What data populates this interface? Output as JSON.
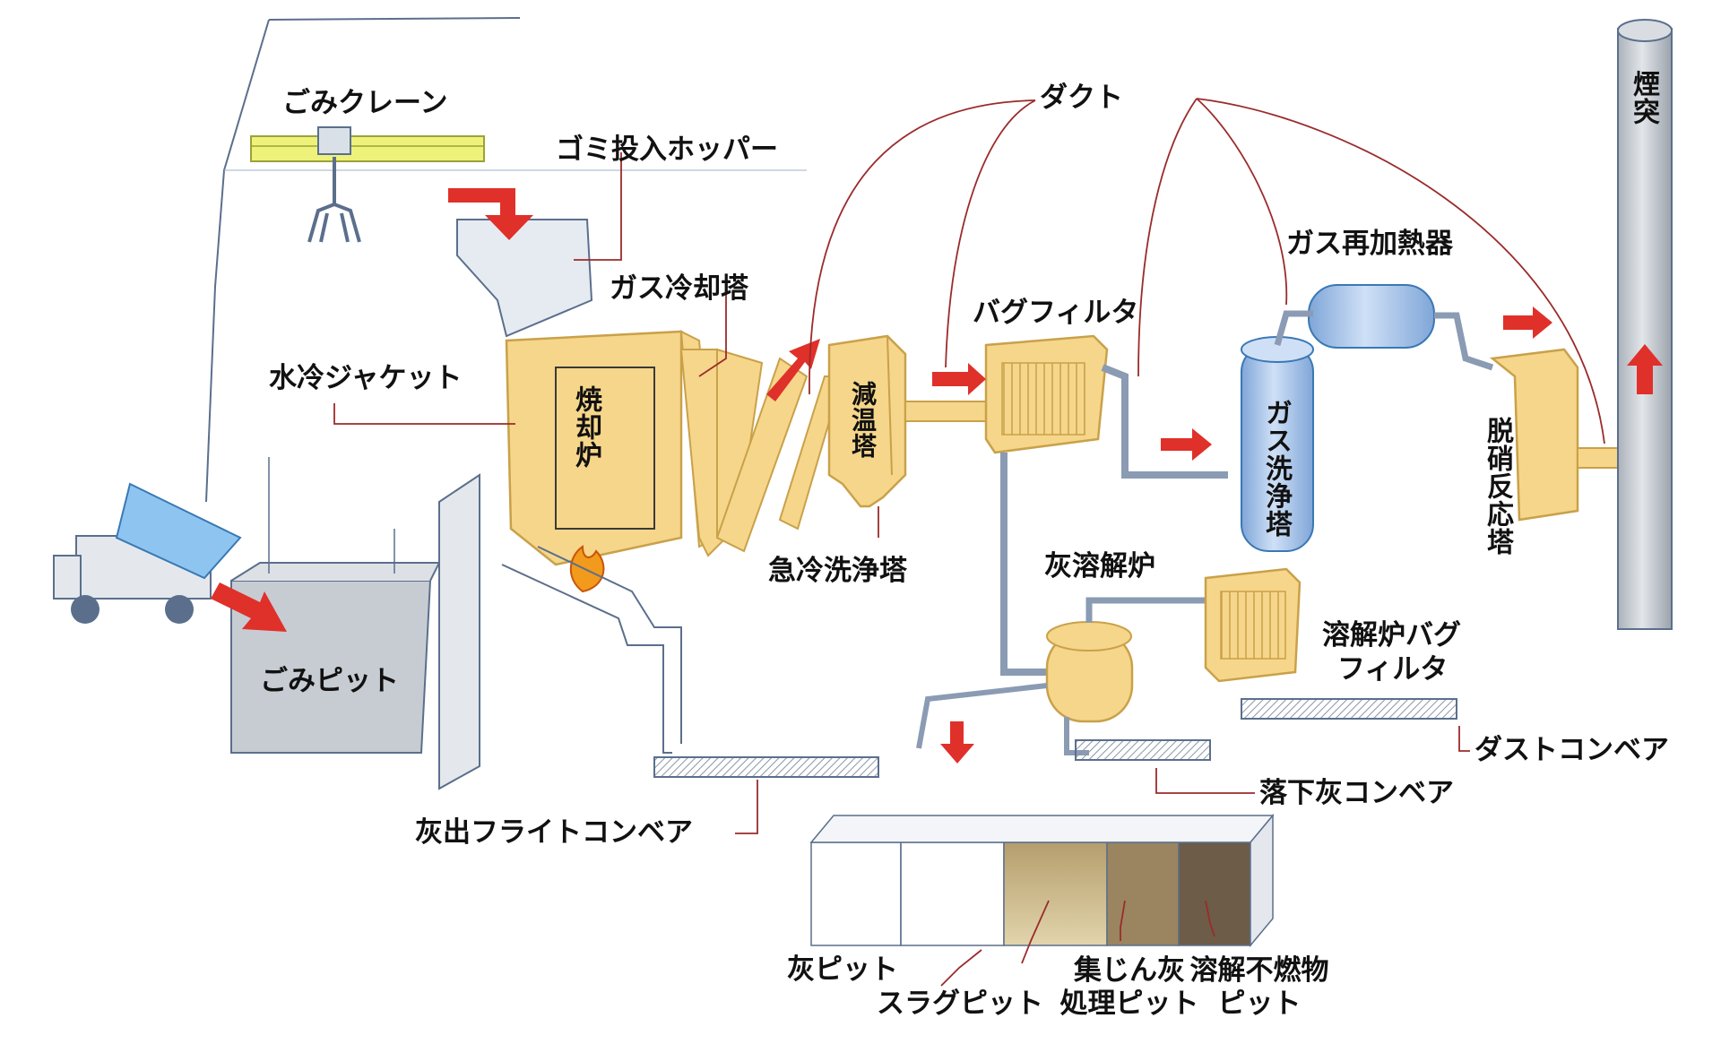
{
  "labels": {
    "gomi_crane": "ごみクレーン",
    "hopper": "ゴミ投入ホッパー",
    "duct": "ダクト",
    "chimney": "煙突",
    "gas_cooling_tower": "ガス冷却塔",
    "water_jacket": "水冷ジャケット",
    "incinerator": "焼却炉",
    "temp_reduction_tower": "減温塔",
    "bag_filter": "バグフィルタ",
    "gas_reheater": "ガス再加熱器",
    "gas_scrubber": "ガス洗浄塔",
    "denitration_reactor": "脱硝反応塔",
    "quench_scrubber": "急冷洗浄塔",
    "ash_melting_furnace": "灰溶解炉",
    "melting_bag_filter_1": "溶解炉バグ",
    "melting_bag_filter_2": "フィルタ",
    "gomi_pit": "ごみピット",
    "dust_conveyor": "ダストコンベア",
    "falling_ash_conveyor": "落下灰コンベア",
    "ash_flight_conveyor": "灰出フライトコンベア",
    "ash_pit": "灰ピット",
    "slag_pit": "スラグピット",
    "dust_ash_pit_1": "集じん灰",
    "dust_ash_pit_2": "処理ピット",
    "incombustible_pit_1": "溶解不燃物",
    "incombustible_pit_2": "ピット"
  },
  "colors": {
    "equipment_fill": "#f6d68a",
    "equipment_stroke": "#c9a14a",
    "arrow_red": "#e0302a",
    "leader_line": "#9b2b2b",
    "scrubber_blue": "#a9c8ee",
    "chimney_gray": "#c9ced4",
    "crane_yellow": "#eef27a"
  }
}
